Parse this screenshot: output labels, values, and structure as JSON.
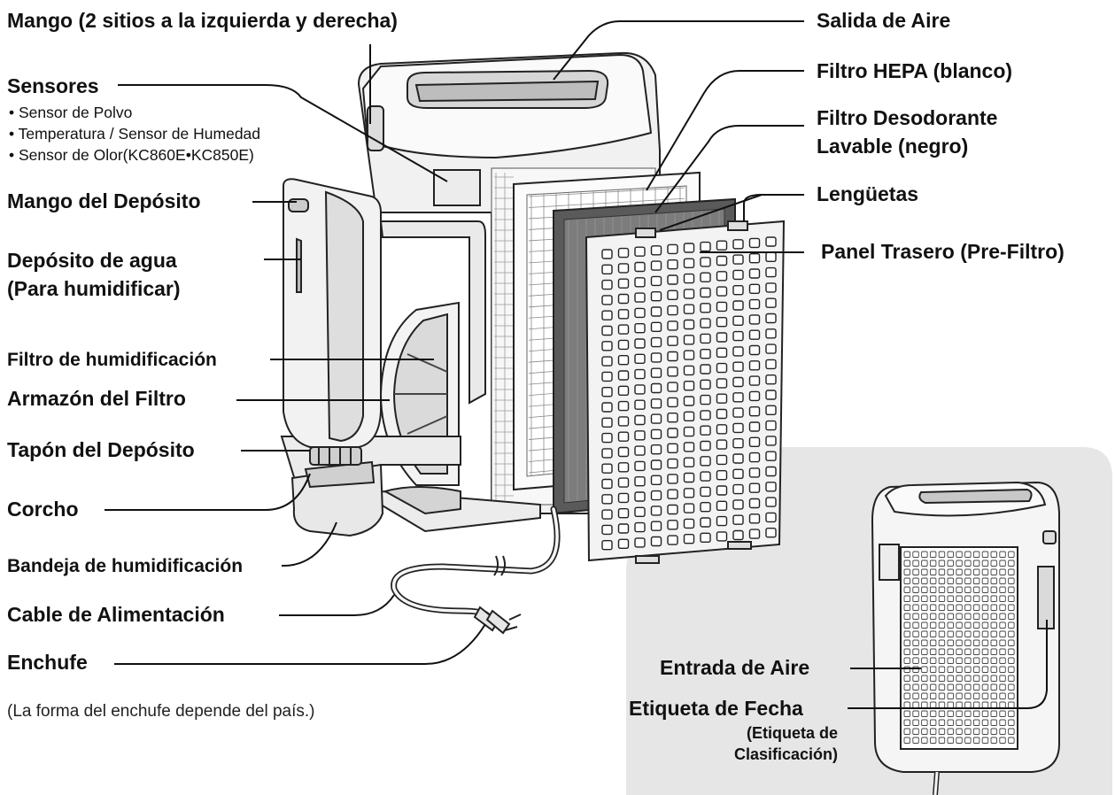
{
  "labels": {
    "handle": "Mango (2 sitios a la izquierda y derecha)",
    "sensors_title": "Sensores",
    "sensors_items": [
      "• Sensor de Polvo",
      "• Temperatura / Sensor de Humedad",
      "• Sensor de Olor(KC860E•KC850E)"
    ],
    "tank_handle": "Mango del Depósito",
    "water_tank_1": "Depósito de agua",
    "water_tank_2": "(Para humidificar)",
    "humid_filter": "Filtro de humidificación",
    "filter_frame": "Armazón del Filtro",
    "tank_cap": "Tapón del Depósito",
    "cork": "Corcho",
    "humid_tray": "Bandeja de humidificación",
    "power_cord": "Cable de Alimentación",
    "plug": "Enchufe",
    "plug_note": "(La forma del enchufe depende del país.)",
    "air_outlet": "Salida de Aire",
    "hepa_filter": "Filtro HEPA (blanco)",
    "deodor_filter_1": "Filtro Desodorante",
    "deodor_filter_2": "Lavable (negro)",
    "tabs": "Lengüetas",
    "rear_panel": "Panel Trasero (Pre-Filtro)",
    "air_inlet": "Entrada de Aire",
    "date_label": "Etiqueta de Fecha",
    "rating_label_1": "(Etiqueta de",
    "rating_label_2": "Clasificación)"
  }
}
